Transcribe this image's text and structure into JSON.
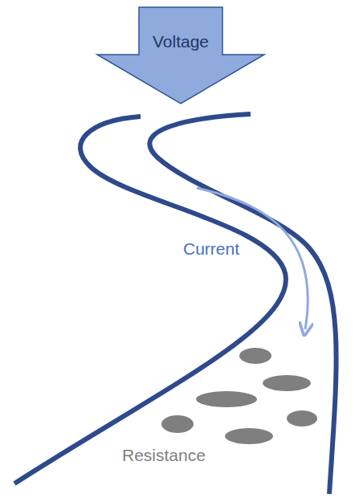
{
  "diagram": {
    "nodes": [
      {
        "text": [
          "Voltage"
        ]
      }
    ],
    "labels": [
      "Current",
      "Resistance"
    ]
  }
}
